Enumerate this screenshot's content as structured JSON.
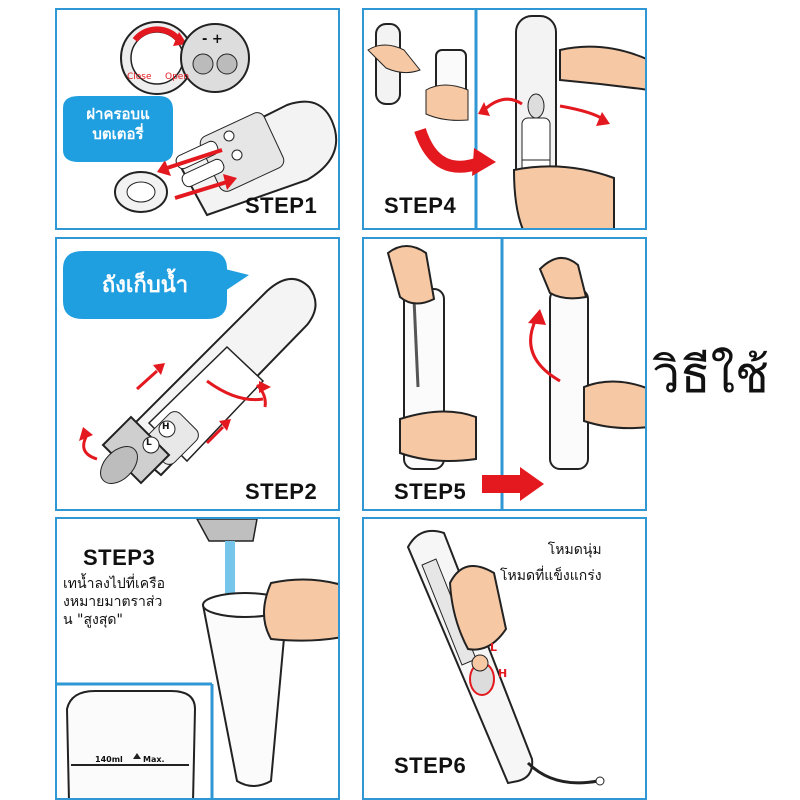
{
  "title": "วิธีใช้",
  "steps": {
    "s1": {
      "label": "STEP1",
      "bubble": [
        "ฝาครอบแ",
        "บตเตอรี่"
      ],
      "cap_close": "Close",
      "cap_open": "Open",
      "cap_symbols": "- +"
    },
    "s2": {
      "label": "STEP2",
      "bubble": "ถังเก็บน้ำ",
      "btn_l": "L",
      "btn_h": "H"
    },
    "s3": {
      "label": "STEP3",
      "note": [
        "เทน้ำลงไปที่เครือ",
        "งหมายมาตราส่ว",
        "น \"สูงสุด\""
      ],
      "scale_min": "140ml",
      "scale_max": "Max."
    },
    "s4": {
      "label": "STEP4"
    },
    "s5": {
      "label": "STEP5"
    },
    "s6": {
      "label": "STEP6",
      "mode_soft": "โหมดนุ่ม",
      "mode_hard": "โหมดที่แข็งแกร่ง",
      "mark_l": "L",
      "mark_h": "H"
    }
  },
  "colors": {
    "frame": "#2f97d4",
    "arrow": "#e3191f",
    "skin": "#f6c8a4",
    "bubble": "#1f9ee0"
  }
}
